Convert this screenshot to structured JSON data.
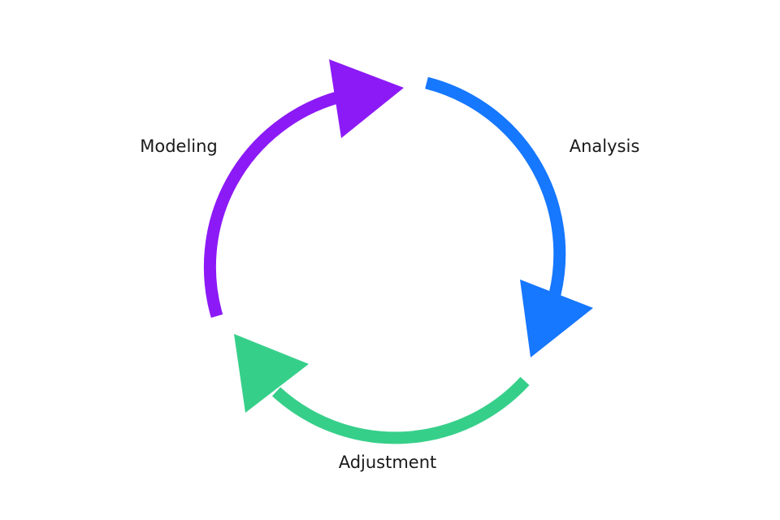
{
  "diagram": {
    "type": "cycle",
    "stages": [
      {
        "id": "modeling",
        "label": "Modeling",
        "color": "#8C1AF6",
        "arrow": "modeling-to-analysis"
      },
      {
        "id": "analysis",
        "label": "Analysis",
        "color": "#1677FF",
        "arrow": "analysis-to-adjustment"
      },
      {
        "id": "adjustment",
        "label": "Adjustment",
        "color": "#36CF8A",
        "arrow": "adjustment-to-modeling"
      }
    ]
  }
}
